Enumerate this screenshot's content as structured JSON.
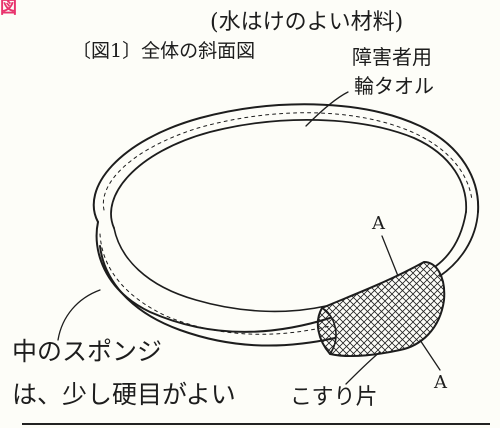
{
  "labels": {
    "corner_mark": "図",
    "figure_title": "〔図1〕全体の斜面図",
    "material_note": "(水はけのよい材料)",
    "towel_line1": "障害者用",
    "towel_line2": "輪タオル",
    "section_mark_upper": "A",
    "section_mark_lower": "A",
    "sponge_line1": "中のスポンジ",
    "sponge_line2": "は、少し硬目がよい",
    "rub_pad": "こすり片"
  },
  "colors": {
    "ink": "#1d1d1d",
    "paper": "#fdfdf8",
    "corner_mark": "#e8336d"
  }
}
